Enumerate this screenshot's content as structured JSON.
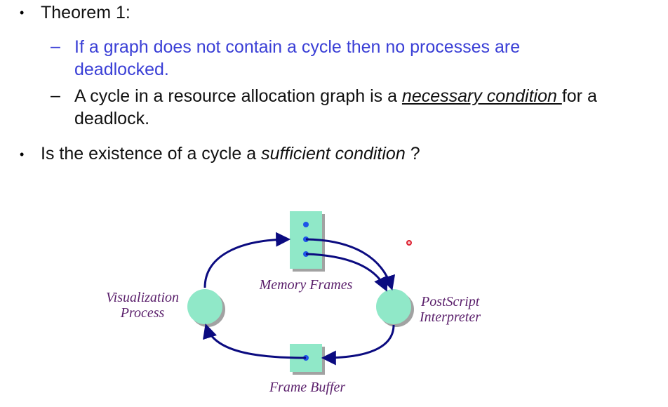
{
  "slide": {
    "bullet1": "Theorem 1:",
    "sub1_line1": "If a graph does not contain a cycle then no processes are",
    "sub1_line2": "deadlocked.",
    "sub2_pre": "A cycle in a resource allocation graph is a ",
    "sub2_emph": "necessary condition ",
    "sub2_post": "for a",
    "sub2_line2": "deadlock.",
    "bullet2_pre": "Is the existence of a cycle a ",
    "bullet2_emph": "sufficient condition",
    "bullet2_post": " ?"
  },
  "diagram": {
    "memory_label": "Memory Frames",
    "frame_buffer_label": "Frame Buffer",
    "vis_label_1": "Visualization",
    "vis_label_2": "Process",
    "ps_label_1": "PostScript",
    "ps_label_2": "Interpreter",
    "colors": {
      "node_fill": "#90e8c8",
      "edge": "#0b0b80",
      "dot": "#1f55e8",
      "label": "#5a1f6b"
    }
  }
}
